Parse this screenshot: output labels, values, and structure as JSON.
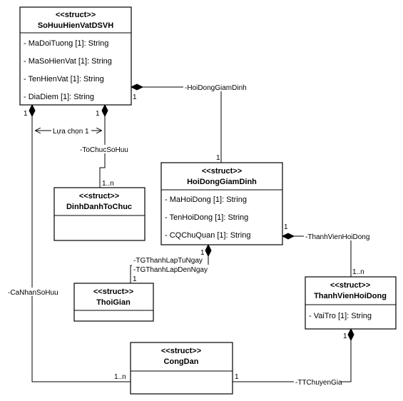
{
  "classes": {
    "sohuu": {
      "stereotype": "<<struct>>",
      "name": "SoHuuHienVatDSVH",
      "attrs": [
        "- MaDoiTuong [1]: String",
        "- MaSoHienVat [1]: String",
        "- TenHienVat [1]: String",
        "- DiaDiem [1]: String"
      ]
    },
    "hoidong": {
      "stereotype": "<<struct>>",
      "name": "HoiDongGiamDinh",
      "attrs": [
        "- MaHoiDong [1]: String",
        "- TenHoiDong [1]: String",
        "- CQChuQuan [1]: String"
      ]
    },
    "dinhdanh": {
      "stereotype": "<<struct>>",
      "name": "DinhDanhToChuc"
    },
    "thoigian": {
      "stereotype": "<<struct>>",
      "name": "ThoiGian"
    },
    "thanhvien": {
      "stereotype": "<<struct>>",
      "name": "ThanhVienHoiDong",
      "attrs": [
        "- VaiTro [1]: String"
      ]
    },
    "congdan": {
      "stereotype": "<<struct>>",
      "name": "CongDan"
    }
  },
  "associations": {
    "hoidong_role": "-HoiDongGiamDinh",
    "tochuc_role": "-ToChucSoHuu",
    "luachon": "Lựa chọn 1",
    "canhan_role": "-CaNhanSoHuu",
    "tgtu_role": "-TGThanhLapTuNgay",
    "tgden_role": "-TGThanhLapDenNgay",
    "thanhvien_role": "-ThanhVienHoiDong",
    "chuyengia_role": "-TTChuyenGia"
  },
  "multiplicities": {
    "one": "1",
    "one_n": "1..n"
  }
}
